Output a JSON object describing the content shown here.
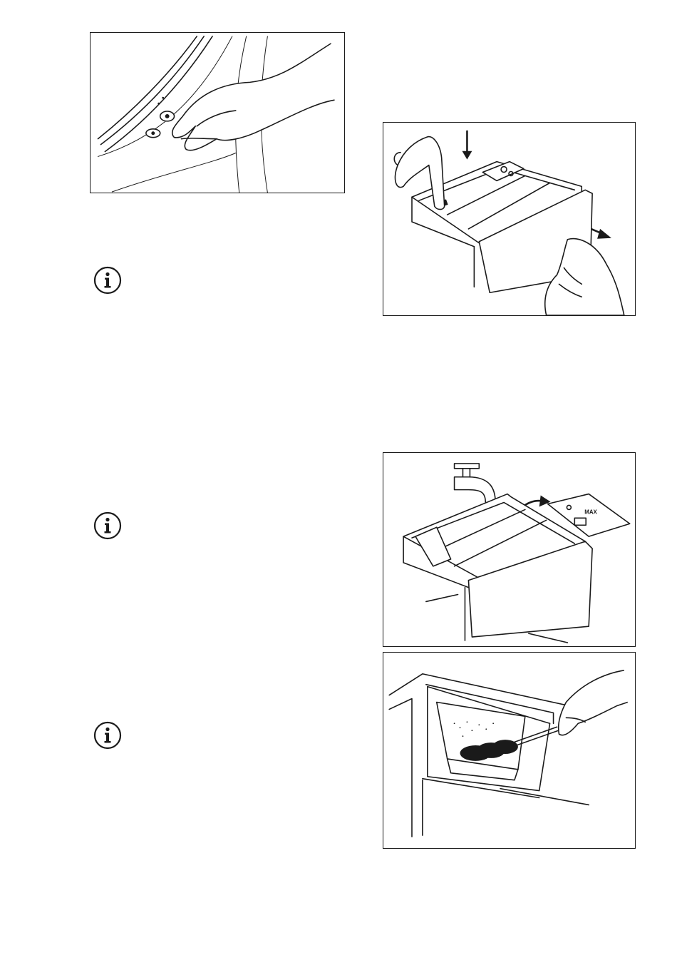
{
  "page": {
    "background": "#ffffff",
    "line_color": "#1a1a1a"
  },
  "illustrations": [
    {
      "id": "fig-door-seal",
      "icon": "hand-cleaning-door-seal"
    },
    {
      "id": "fig-remove-drawer",
      "icon": "remove-dispenser-drawer"
    },
    {
      "id": "fig-rinse-drawer",
      "icon": "rinse-drawer-under-tap"
    },
    {
      "id": "fig-brush-recess",
      "icon": "brush-drawer-recess"
    }
  ],
  "info_icons": [
    {
      "icon": "info-icon",
      "glyph": "i"
    },
    {
      "icon": "info-icon",
      "glyph": "i"
    },
    {
      "icon": "info-icon",
      "glyph": "i"
    }
  ],
  "drawer_insert_marking": "MAX"
}
